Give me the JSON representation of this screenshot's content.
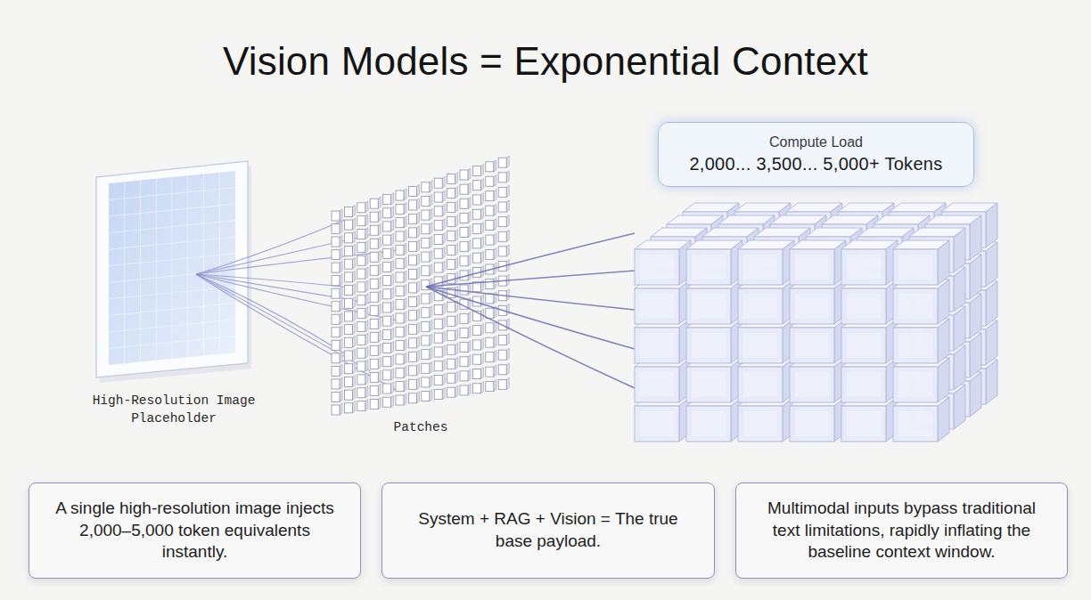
{
  "diagram": {
    "title": "Vision Models = Exponential Context",
    "nodes": [
      {
        "text": [
          "Compute Load",
          "2,000... 3,500... 5,000+ Tokens"
        ]
      },
      {
        "text": [
          "A single high-resolution image injects 2,000–5,000 token equivalents instantly."
        ]
      },
      {
        "text": [
          "System + RAG + Vision = The true base payload."
        ]
      },
      {
        "text": [
          "Multimodal inputs bypass traditional text limitations, rapidly inflating the baseline context window."
        ]
      }
    ],
    "labels": [
      "High-Resolution Image Placeholder",
      "Patches"
    ]
  }
}
